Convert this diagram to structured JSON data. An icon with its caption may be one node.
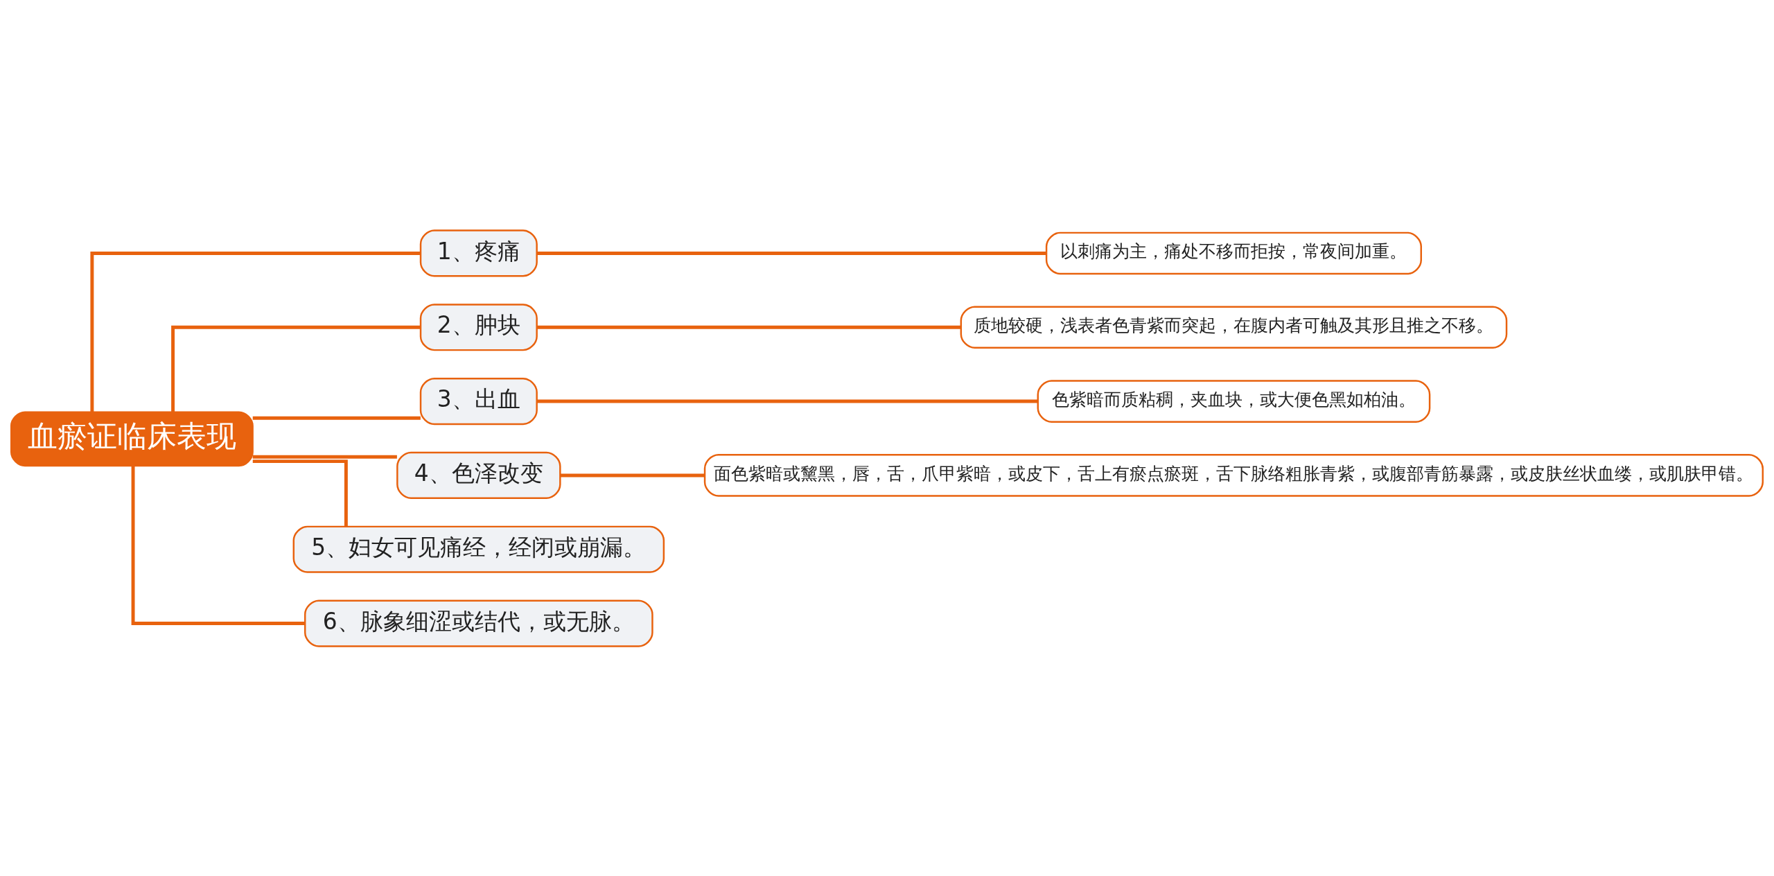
{
  "diagram": {
    "nodes": [
      {
        "text": [
          "血瘀证临床表现"
        ]
      },
      {
        "text": [
          "1、疼痛"
        ]
      },
      {
        "text": [
          "以刺痛为主，痛处不移而拒按，常夜间加重。"
        ]
      },
      {
        "text": [
          "2、肿块"
        ]
      },
      {
        "text": [
          "质地较硬，浅表者色青紫而突起，在腹内者可触及其形且推之不移。"
        ]
      },
      {
        "text": [
          "3、出血"
        ]
      },
      {
        "text": [
          "色紫暗而质粘稠，夹血块，或大便色黑如柏油。"
        ]
      },
      {
        "text": [
          "4、色泽改变"
        ]
      },
      {
        "text": [
          "面色紫暗或黧黑，唇，舌，爪甲紫暗，或皮下，舌上有瘀点瘀斑，舌下脉络粗胀青紫，或腹部青筋暴露，或皮肤丝状血缕，或肌肤甲错。"
        ]
      },
      {
        "text": [
          "5、妇女可见痛经，经闭或崩漏。"
        ]
      },
      {
        "text": [
          "6、脉象细涩或结代，或无脉。"
        ]
      }
    ],
    "edges": [
      {
        "from": 0,
        "to": 1,
        "arrow": "none"
      },
      {
        "from": 1,
        "to": 2,
        "arrow": "none"
      },
      {
        "from": 0,
        "to": 3,
        "arrow": "none"
      },
      {
        "from": 3,
        "to": 4,
        "arrow": "none"
      },
      {
        "from": 0,
        "to": 5,
        "arrow": "none"
      },
      {
        "from": 5,
        "to": 6,
        "arrow": "none"
      },
      {
        "from": 0,
        "to": 7,
        "arrow": "none"
      },
      {
        "from": 7,
        "to": 8,
        "arrow": "none"
      },
      {
        "from": 0,
        "to": 9,
        "arrow": "none"
      },
      {
        "from": 0,
        "to": 10,
        "arrow": "none"
      }
    ]
  }
}
